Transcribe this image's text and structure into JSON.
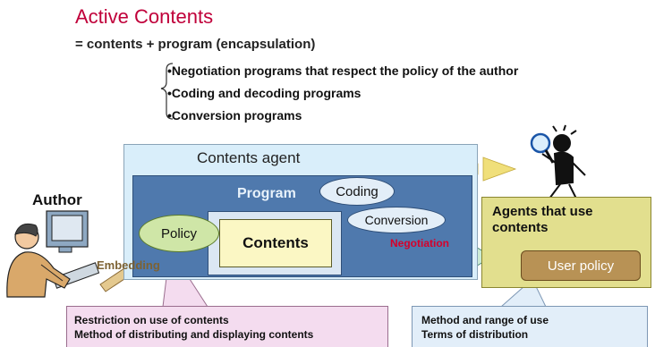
{
  "title": "Active Contents",
  "subtitle": "= contents + program (encapsulation)",
  "bullets": [
    "•Negotiation programs that respect the policy of the author",
    "•Coding and decoding programs",
    "•Conversion programs"
  ],
  "diagram": {
    "contents_agent": "Contents agent",
    "program": "Program",
    "coding": "Coding",
    "conversion": "Conversion",
    "policy": "Policy",
    "contents": "Contents",
    "author": "Author",
    "embedding": "Embedding",
    "negotiation": "Negotiation",
    "agents_line1": "Agents that use",
    "agents_line2": "contents",
    "user_policy": "User policy"
  },
  "callouts": {
    "left": {
      "line1": "Restriction on use of contents",
      "line2": "Method of distributing and displaying contents"
    },
    "right": {
      "line1": "Method and range of use",
      "line2": "Terms of distribution"
    }
  },
  "colors": {
    "title": "#c0003a",
    "program_box": "#4f79ad",
    "agent_box": "#d9eefa",
    "user_box": "#e2df8e",
    "negotiation_text": "#d6002a"
  }
}
